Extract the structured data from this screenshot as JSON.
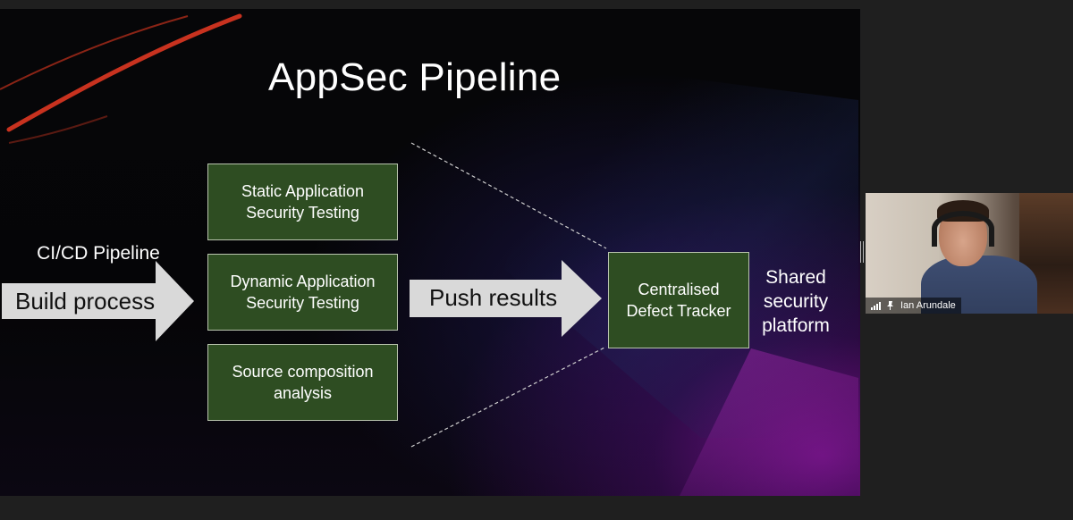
{
  "slide": {
    "title": "AppSec Pipeline",
    "cicd_label": "CI/CD Pipeline",
    "build_arrow_label": "Build process",
    "tests": [
      "Static Application Security Testing",
      "Dynamic Application Security Testing",
      "Source composition analysis"
    ],
    "push_arrow_label": "Push results",
    "tracker_label": "Centralised Defect Tracker",
    "platform_label": "Shared security platform"
  },
  "participant": {
    "name": "Ian Arundale",
    "icons": [
      "signal-bars-icon",
      "pin-icon"
    ]
  },
  "colors": {
    "box_green": "#2e4d22",
    "arrow_gray": "#d9d9d9",
    "meeting_bg": "#1f1f1f"
  }
}
